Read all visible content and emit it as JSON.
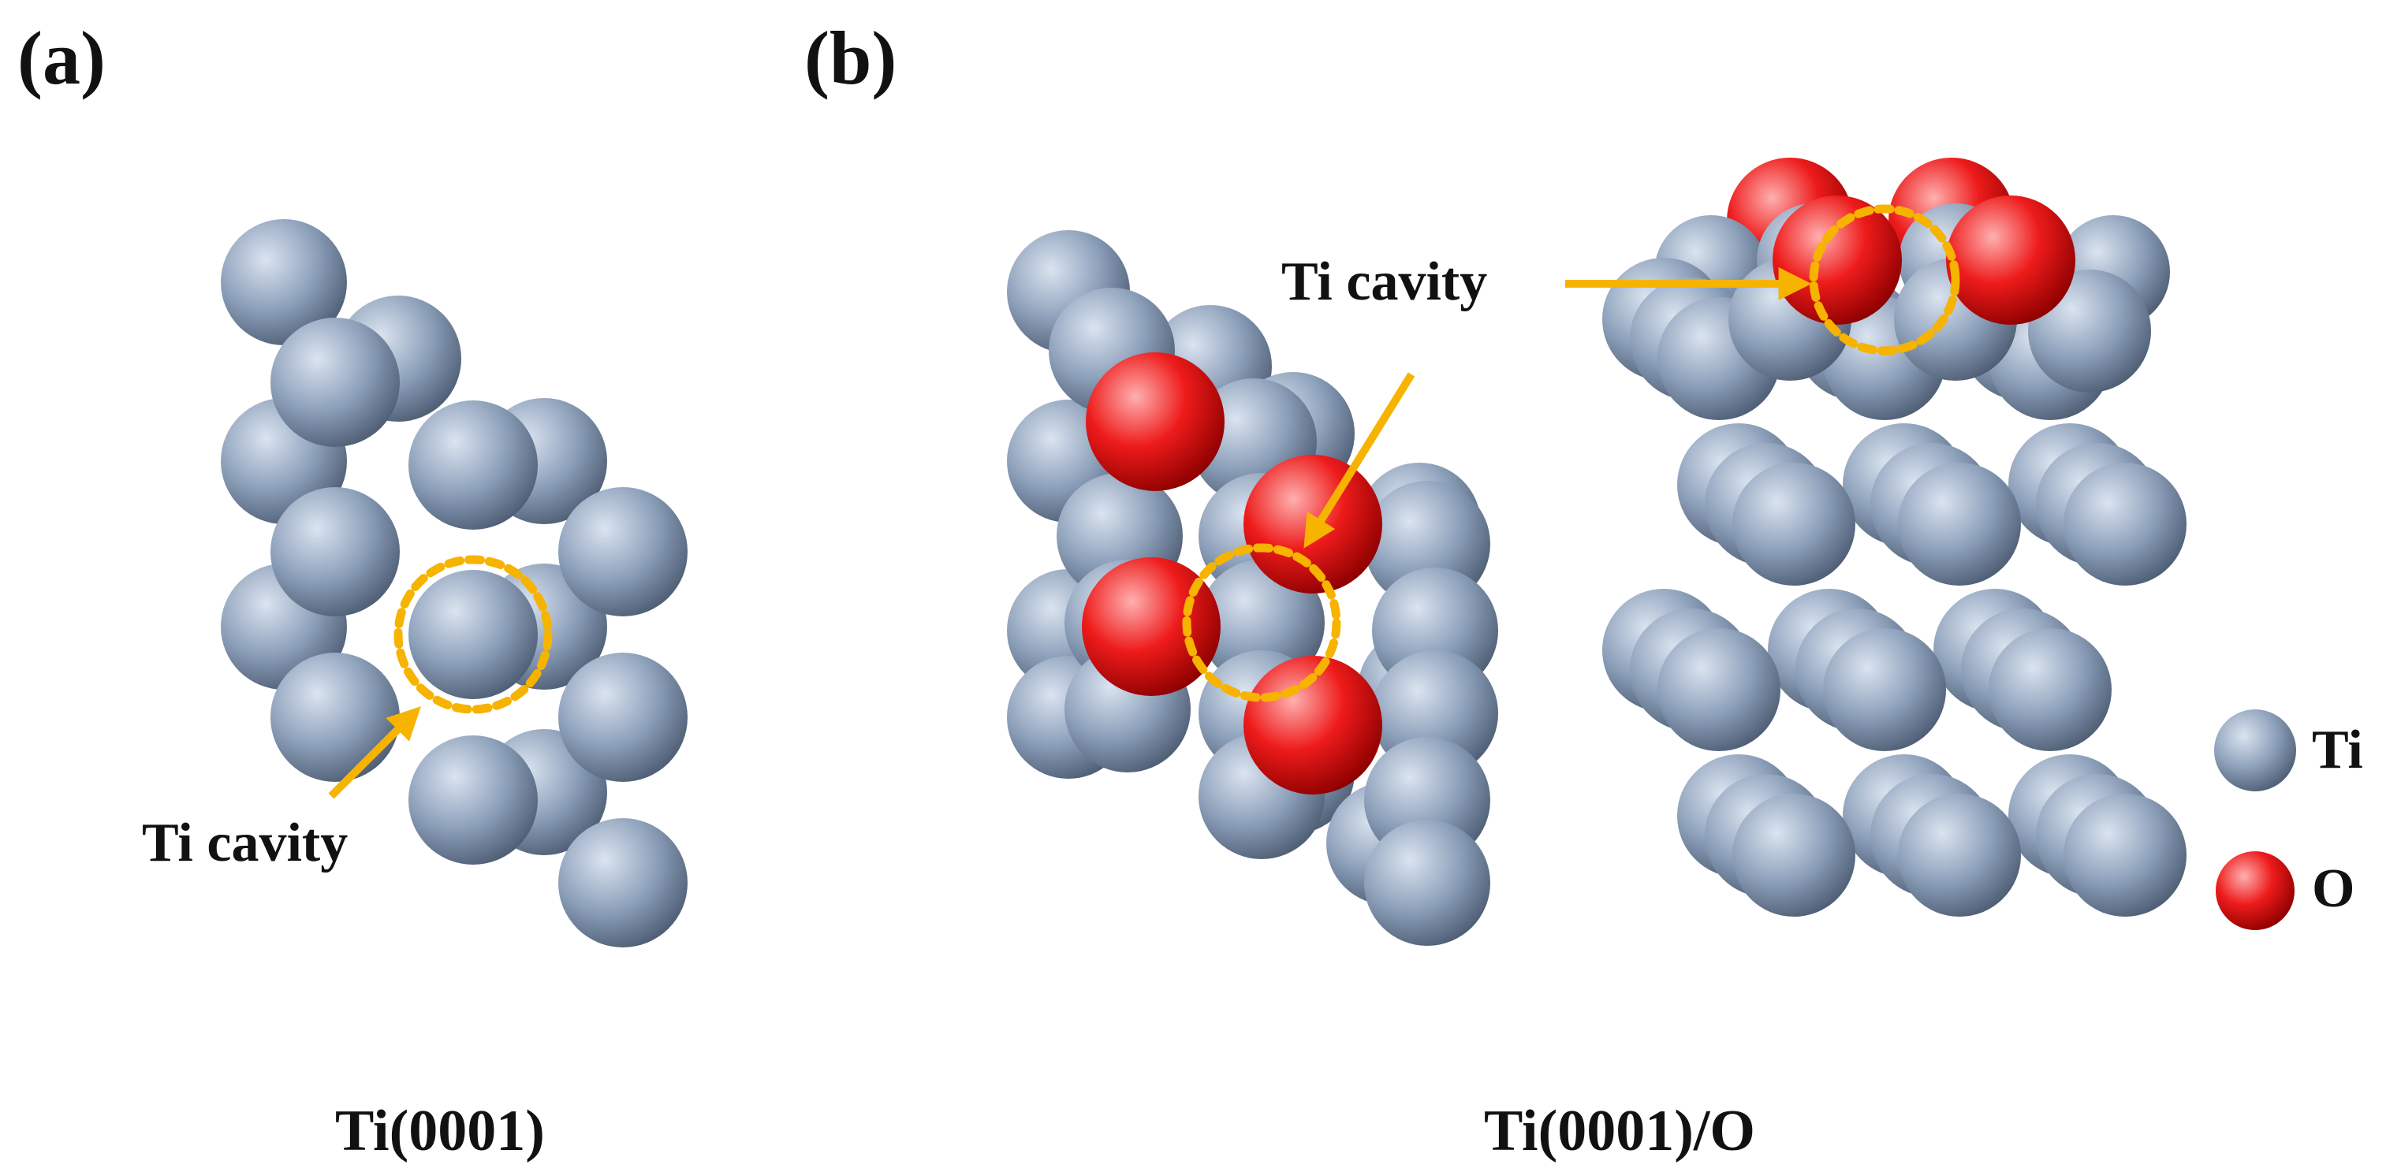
{
  "panels": {
    "a": {
      "label": "(a)",
      "title": "Ti(0001)",
      "annotation": "Ti cavity"
    },
    "b": {
      "label": "(b)",
      "title": "Ti(0001)/O",
      "annotation": "Ti cavity"
    }
  },
  "legend": [
    {
      "symbol": "ti-atom",
      "label": "Ti"
    },
    {
      "symbol": "o-atom",
      "label": "O"
    }
  ],
  "colors": {
    "ti_light": "#dbe4f0",
    "ti_mid": "#8ea1bb",
    "ti_dark": "#4f5f76",
    "o_light": "#ffb0b0",
    "o_mid": "#ee1b1b",
    "o_dark": "#8e0000",
    "arrow": "#f6b300",
    "cavity_ring": "#f6b300"
  }
}
